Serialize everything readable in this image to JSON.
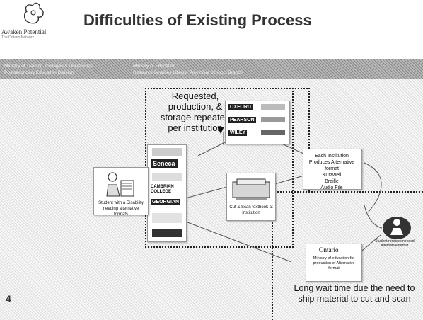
{
  "header": {
    "logo_text": "Awaken Potential",
    "logo_tagline": "The Ontario Network",
    "title": "Difficulties of Existing Process"
  },
  "band": {
    "ministry1_line1": "Ministry of Training, Colleges & Universities",
    "ministry1_line2": "Postsecondary Education Division",
    "ministry2_line1": "Ministry of Education",
    "ministry2_line2": "Resource Services Library, Provincial Schools Branch"
  },
  "diagram": {
    "requested_text": "Requested, production, & storage repeated per institution",
    "publishers": [
      "OXFORD",
      "PEARSON",
      "WILEY"
    ],
    "institutions": [
      "Seneca",
      "CAMBRIAN COLLEGE",
      "GEORGIAN"
    ],
    "student_caption": "Student with a Disability needing alternative formats",
    "scan_caption": "Cut & Scan textbook at institution",
    "institution_produces": "Each Institution Produces Alternative format",
    "formats": [
      "Kurzweil",
      "Braille",
      "Audio File"
    ],
    "ontario_logo": "Ontario",
    "ministry_caption": "Ministry of education for production of Alternative format",
    "student_receives": "Student receives needed alternative format",
    "long_wait": "Long wait time due the need to ship material to cut and scan"
  },
  "slide_number": "4"
}
